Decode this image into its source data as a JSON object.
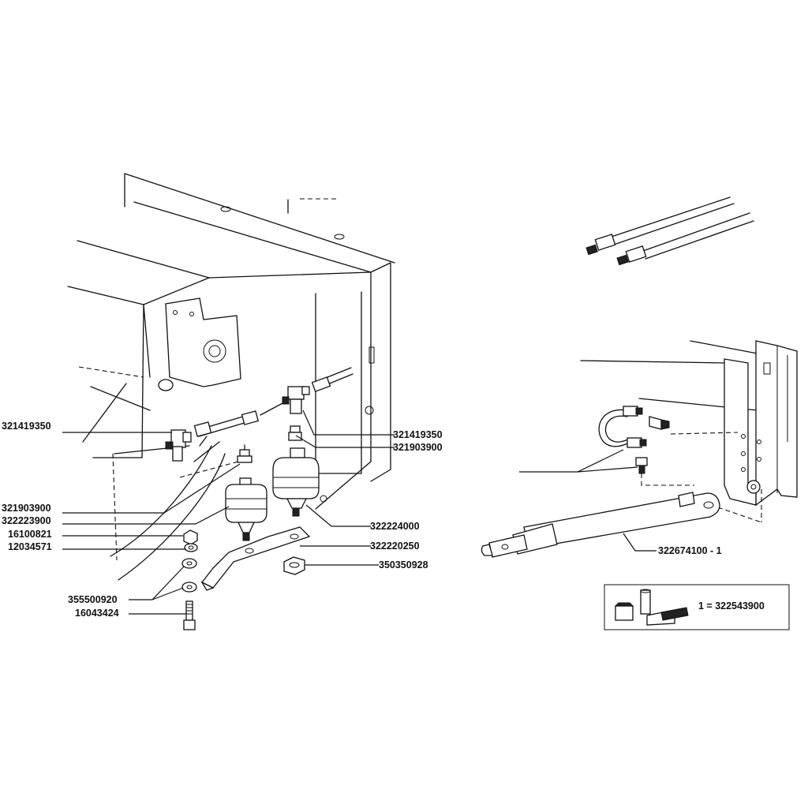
{
  "labels": {
    "l_321419350_left": "321419350",
    "l_321903900_left": "321903900",
    "l_322223900": "322223900",
    "l_16100821": "16100821",
    "l_12034571": "12034571",
    "l_355500920": "355500920",
    "l_16043424": "16043424",
    "l_321419350_right": "321419350",
    "l_321903900_right": "321903900",
    "l_322224000": "322224000",
    "l_322220250": "322220250",
    "l_350350928": "350350928",
    "l_322674100": "322674100 - 1",
    "kit_note": "1 = 322543900"
  }
}
